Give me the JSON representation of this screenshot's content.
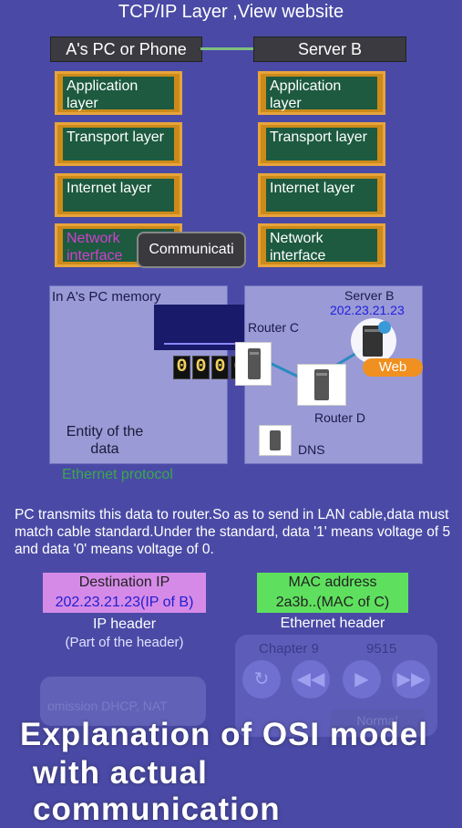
{
  "title": "TCP/IP Layer ,View website",
  "hosts": {
    "a": "A's PC or Phone",
    "b": "Server B"
  },
  "layers_a": [
    {
      "label": "Application layer"
    },
    {
      "label": "Transport layer"
    },
    {
      "label": "Internet layer"
    },
    {
      "label": "Network interface"
    }
  ],
  "layers_b": [
    {
      "label": "Application layer"
    },
    {
      "label": "Transport layer"
    },
    {
      "label": "Internet layer"
    },
    {
      "label": "Network interface"
    }
  ],
  "popup": "Communicati",
  "pc_panel": {
    "memory_label": "In A's PC memory",
    "counter_digits": [
      "0",
      "0",
      "0",
      "0"
    ],
    "entity_label": "Entity of the data",
    "protocol_label": "Ethernet protocol"
  },
  "server_panel": {
    "server_label": "Server B",
    "server_ip": "202.23.21.23",
    "router_c": "Router C",
    "router_d": "Router D",
    "dns": "DNS",
    "web": "Web"
  },
  "description": "PC transmits this data to router.So as to send in LAN cable,data must match cable standard.Under the standard, data '1' means voltage of 5 and data '0' means voltage of 0.",
  "ip_header": {
    "title": "Destination IP",
    "value": "202.23.21.23(IP of B)",
    "label": "IP header",
    "sublabel": "(Part of the header)"
  },
  "eth_header": {
    "title": "MAC address",
    "value": "2a3b..(MAC of C)",
    "label": "Ethernet header"
  },
  "player": {
    "chapter": "Chapter 9",
    "counter": "9515",
    "normal": "Normal"
  },
  "omission": "omission DHCP, NAT",
  "banner": {
    "line1": "Explanation of OSI model",
    "line2": "with actual communication"
  },
  "colors": {
    "background": "#4a4aa6",
    "layer_border": "#cc8a1a",
    "layer_fill": "#1d5a40",
    "highlight_text": "#d040d0",
    "protocol_text": "#3aa84a",
    "ip_box": "#d68ae8",
    "mac_box": "#5ee05e",
    "web_badge": "#f09020"
  }
}
